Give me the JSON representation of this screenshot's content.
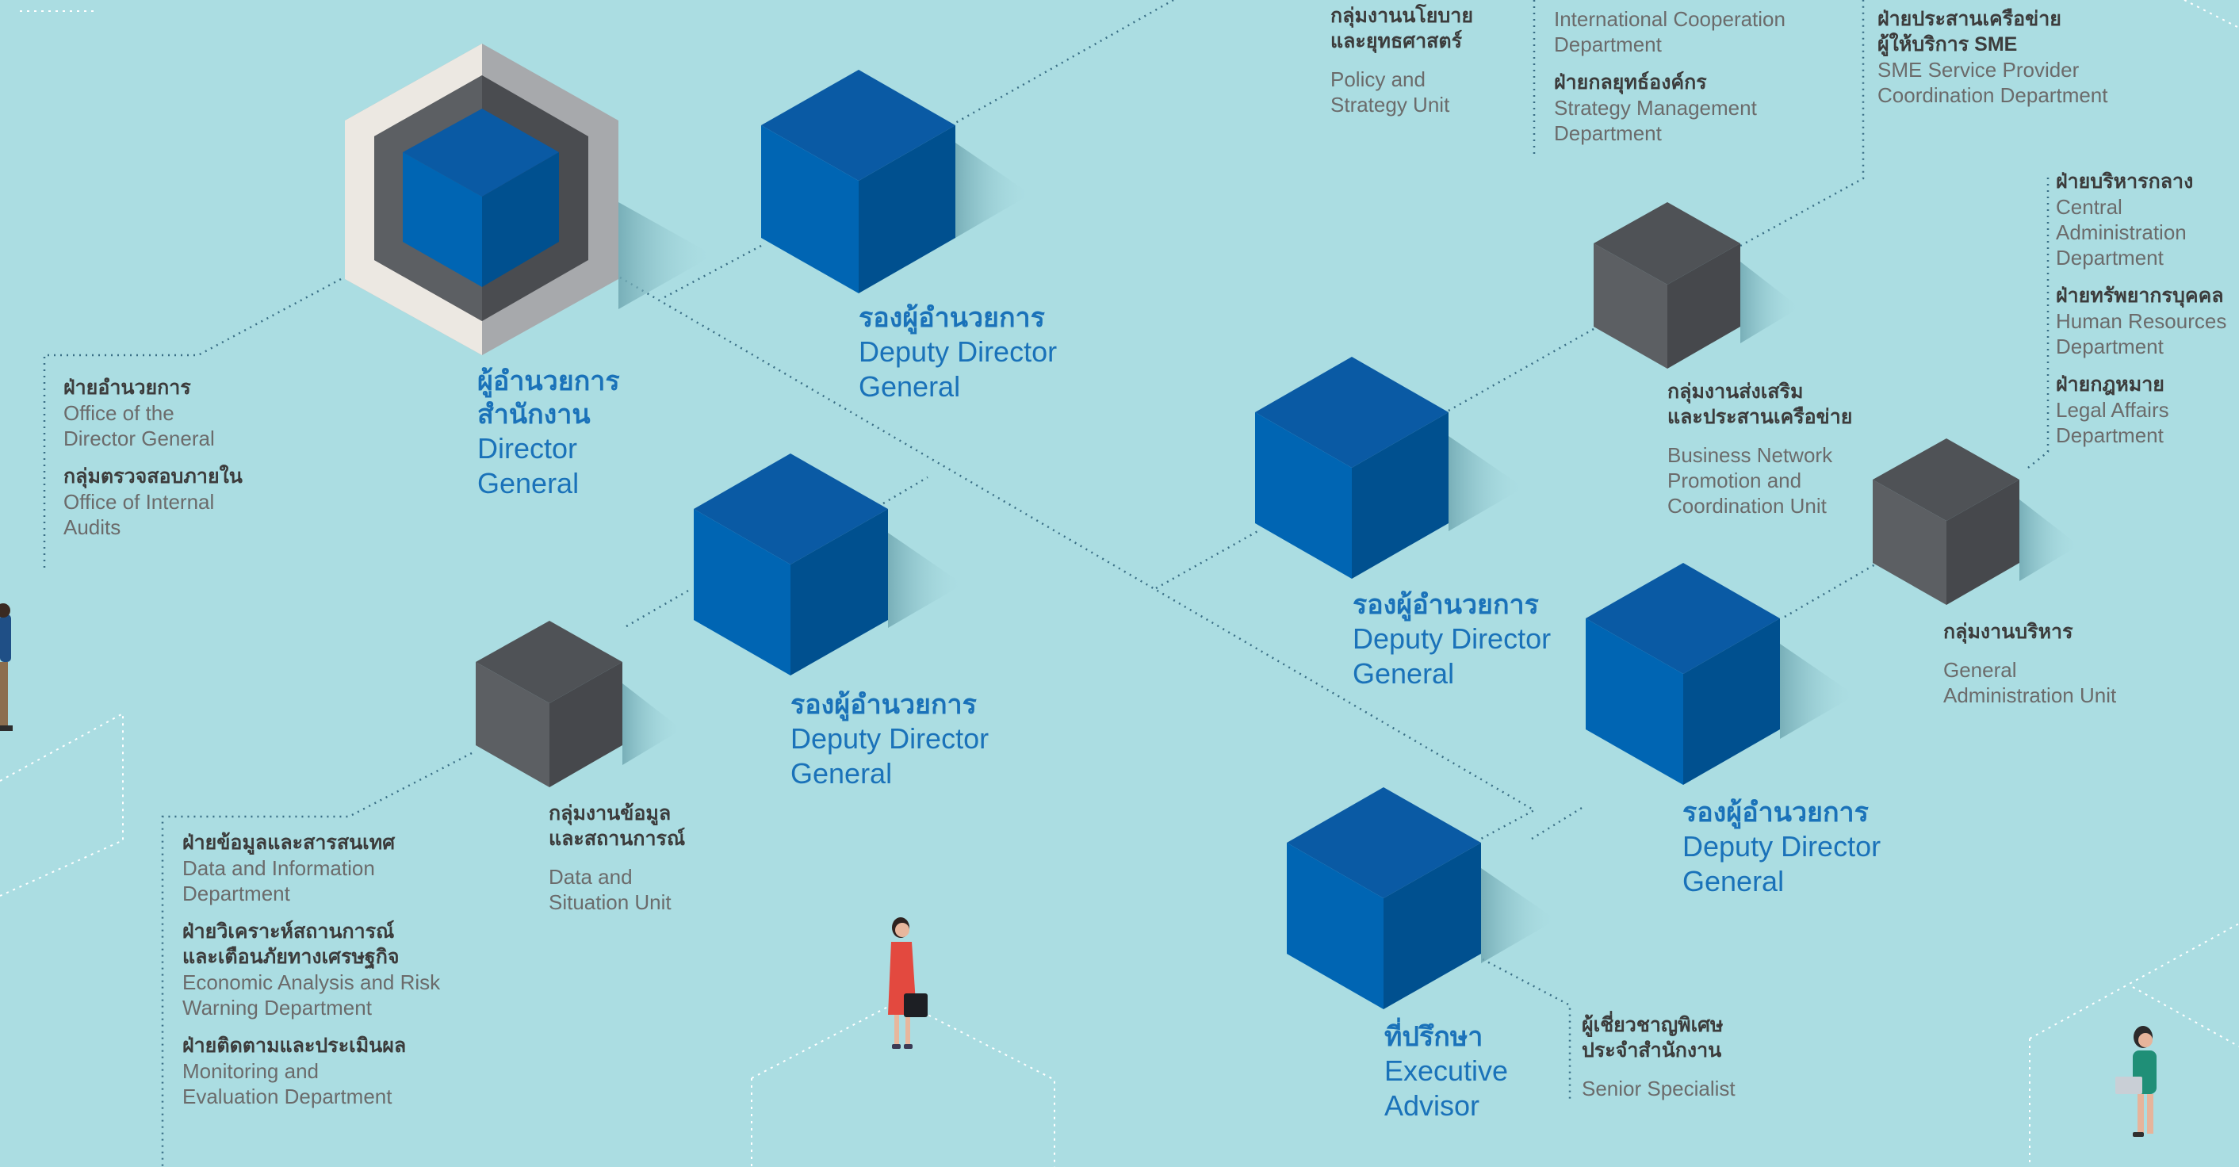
{
  "colors": {
    "background": "#abdde2",
    "blue_cube": "#0061ad",
    "gray_cube": "#55585c",
    "position_title": "#1a72b9"
  },
  "director": {
    "th": "ผู้อำนวยการ\nสำนักงาน",
    "en": "Director\nGeneral"
  },
  "deputy_1": {
    "th": "รองผู้อำนวยการ",
    "en": "Deputy Director\nGeneral"
  },
  "deputy_2": {
    "th": "รองผู้อำนวยการ",
    "en": "Deputy Director\nGeneral"
  },
  "deputy_3": {
    "th": "รองผู้อำนวยการ",
    "en": "Deputy Director\nGeneral"
  },
  "deputy_4": {
    "th": "รองผู้อำนวยการ",
    "en": "Deputy Director\nGeneral"
  },
  "advisor": {
    "th": "ที่ปรึกษา",
    "en": "Executive\nAdvisor"
  },
  "office_dg": {
    "dept1_th": "ฝ่ายอำนวยการ",
    "dept1_en": "Office of the\nDirector General",
    "dept2_th": "กลุ่มตรวจสอบภายใน",
    "dept2_en": "Office of Internal\nAudits"
  },
  "policy_unit": {
    "th": "กลุ่มงานนโยบาย\nและยุทธศาสตร์",
    "en": "Policy and\nStrategy Unit"
  },
  "intl_dept": {
    "dept1_en": "International Cooperation\nDepartment",
    "dept2_th": "ฝ่ายกลยุทธ์องค์กร",
    "dept2_en": "Strategy Management\nDepartment"
  },
  "sme_dept": {
    "th": "ฝ่ายประสานเครือข่าย\nผู้ให้บริการ SME",
    "en": "SME Service Provider\nCoordination Department"
  },
  "network_unit": {
    "th": "กลุ่มงานส่งเสริม\nและประสานเครือข่าย",
    "en": "Business Network\nPromotion and\nCoordination Unit"
  },
  "admin_depts": {
    "dept1_th": "ฝ่ายบริหารกลาง",
    "dept1_en": "Central\nAdministration\nDepartment",
    "dept2_th": "ฝ่ายทรัพยากรบุคคล",
    "dept2_en": "Human Resources\nDepartment",
    "dept3_th": "ฝ่ายกฎหมาย",
    "dept3_en": "Legal Affairs\nDepartment"
  },
  "general_admin_unit": {
    "th": "กลุ่มงานบริหาร",
    "en": "General\nAdministration Unit"
  },
  "data_unit": {
    "th": "กลุ่มงานข้อมูล\nและสถานการณ์",
    "en": "Data and\nSituation Unit"
  },
  "data_depts": {
    "dept1_th": "ฝ่ายข้อมูลและสารสนเทศ",
    "dept1_en": "Data and Information\nDepartment",
    "dept2_th": "ฝ่ายวิเคราะห์สถานการณ์\nและเตือนภัยทางเศรษฐกิจ",
    "dept2_en": "Economic Analysis and Risk\nWarning Department",
    "dept3_th": "ฝ่ายติดตามและประเมินผล",
    "dept3_en": "Monitoring and\nEvaluation Department"
  },
  "specialist": {
    "th": "ผู้เชี่ยวชาญพิเศษ\nประจำสำนักงาน",
    "en": "Senior Specialist"
  }
}
